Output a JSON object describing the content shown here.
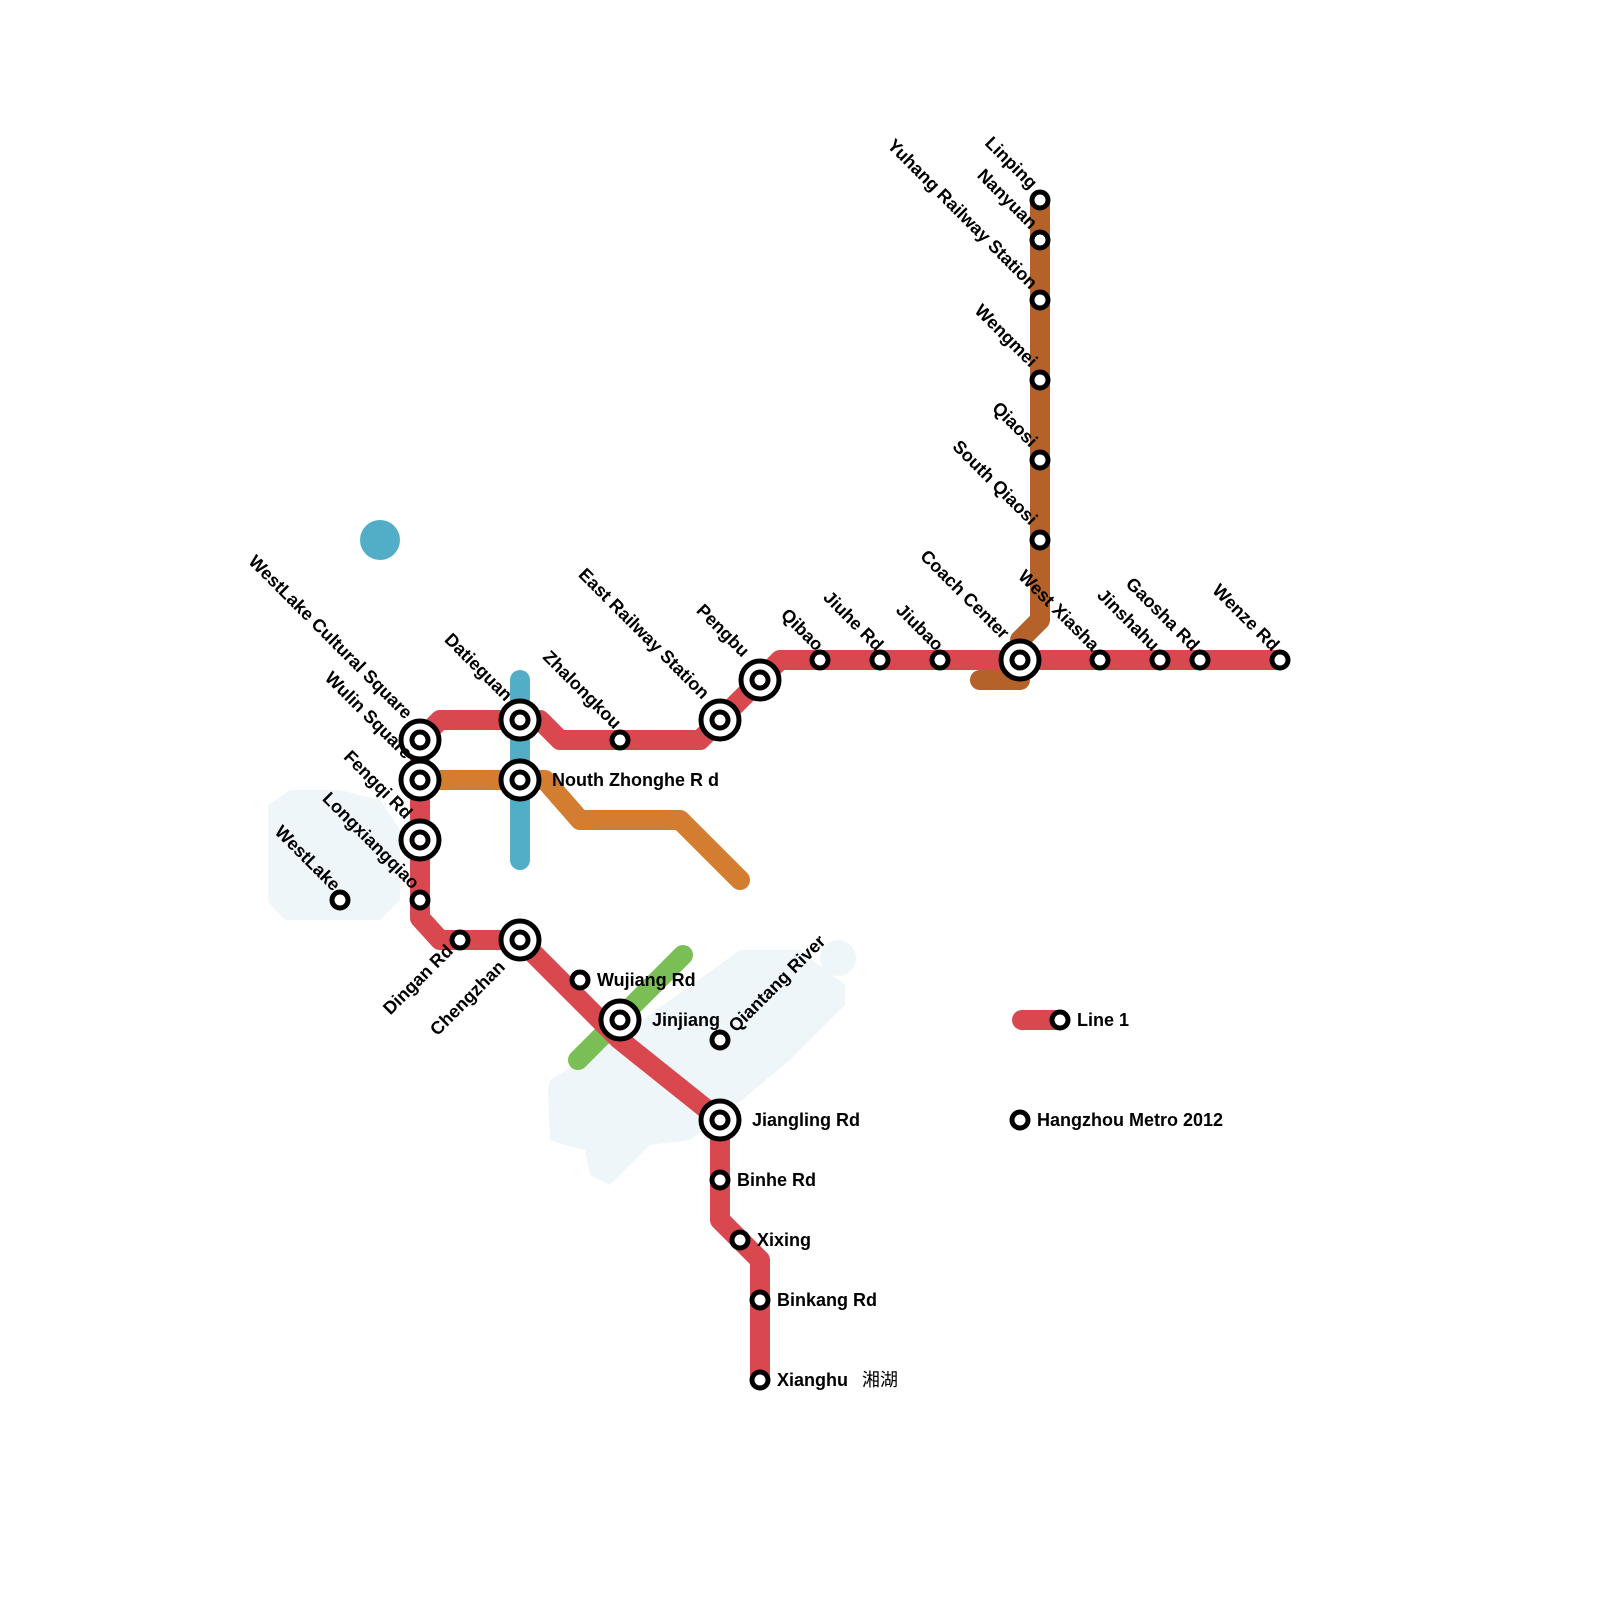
{
  "colors": {
    "line1": "#d9484f",
    "line2": "#d27d30",
    "line1_branch": "#b5612a",
    "line4": "#52aec7",
    "line_green": "#7abf56",
    "water": "#eef6fa"
  },
  "legend": {
    "line1_label": "Line 1",
    "title": "Hangzhou Metro 2012"
  },
  "stations": {
    "linping": "Linping",
    "nanyuan": "Nanyuan",
    "yuhang_railway_station": "Yuhang Railway Station",
    "wengmei": "Wengmei",
    "qiaosi": "Qiaosi",
    "south_qiaosi": "South Qiaosi",
    "coach_center": "Coach Center",
    "west_xiasha": "West Xiasha",
    "jinshahu": "Jinshahu",
    "gaosha_rd": "Gaosha Rd",
    "wenze_rd": "Wenze Rd",
    "jiubao": "Jiubao",
    "jiuhe_rd": "Jiuhe Rd",
    "qibao": "Qibao",
    "pengbu": "Pengbu",
    "east_railway_station": "East Railway Station",
    "zhalongkou": "Zhalongkou",
    "datieguan": "Datieguan",
    "westlake_cultural_square": "WestLake Cultural Square",
    "wulin_square": "Wulin Square",
    "fengqi_rd": "Fengqi Rd",
    "longxiangqiao": "Longxiangqiao",
    "westlake": "WestLake",
    "dingan_rd": "Dingan Rd",
    "chengzhan": "Chengzhan",
    "nouth_zhonghe_rd": "Nouth Zhonghe R d",
    "wujiang_rd": "Wujiang Rd",
    "jinjiang": "Jinjiang",
    "qiantang_river": "Qiantang River",
    "jiangling_rd": "Jiangling Rd",
    "binhe_rd": "Binhe Rd",
    "xixing": "Xixing",
    "binkang_rd": "Binkang Rd",
    "xianghu": "Xianghu",
    "xianghu_cn": "湘湖"
  }
}
